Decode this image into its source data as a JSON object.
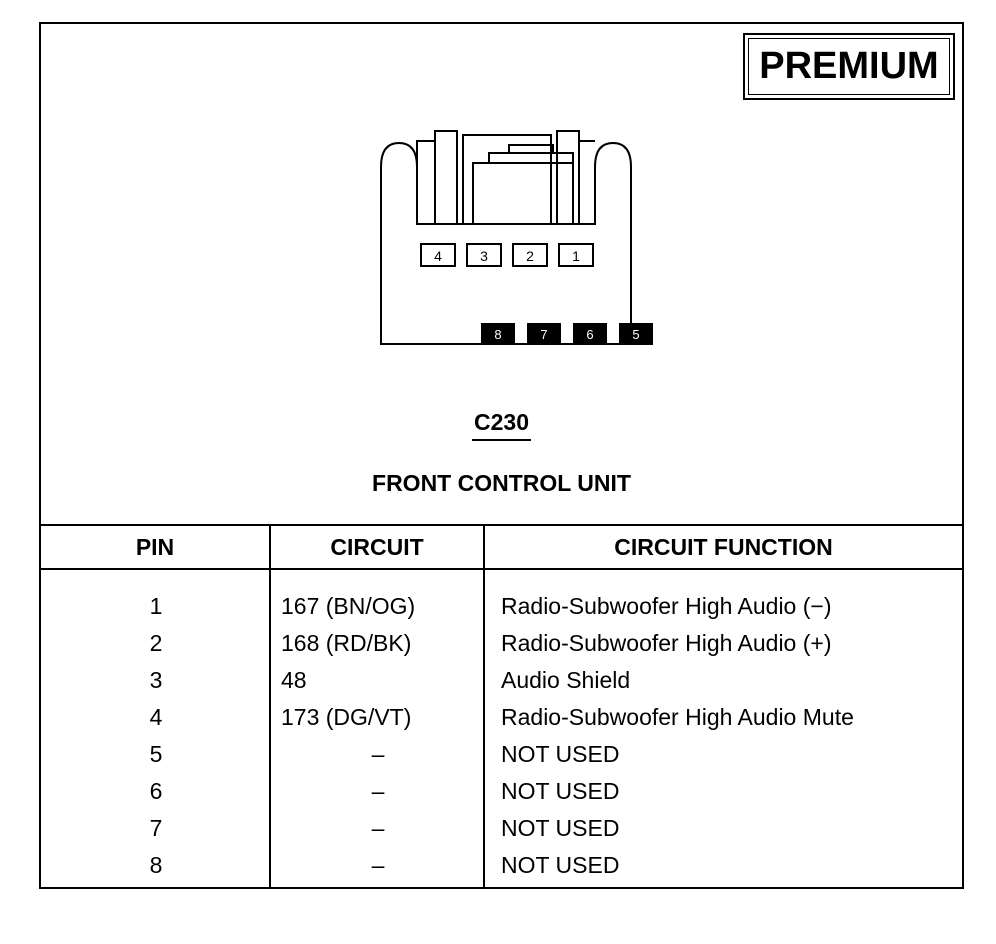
{
  "badge": {
    "label": "PREMIUM"
  },
  "connector": {
    "id": "C230",
    "name": "FRONT CONTROL UNIT",
    "top_row_pins": [
      "4",
      "3",
      "2",
      "1"
    ],
    "bottom_row_pins": [
      "8",
      "7",
      "6",
      "5"
    ]
  },
  "table": {
    "headers": {
      "pin": "PIN",
      "circuit": "CIRCUIT",
      "function": "CIRCUIT FUNCTION"
    },
    "rows": [
      {
        "pin": "1",
        "circuit": "167 (BN/OG)",
        "function": "Radio-Subwoofer High Audio (−)"
      },
      {
        "pin": "2",
        "circuit": "168 (RD/BK)",
        "function": "Radio-Subwoofer High Audio (+)"
      },
      {
        "pin": "3",
        "circuit": "48",
        "function": "Audio Shield"
      },
      {
        "pin": "4",
        "circuit": "173 (DG/VT)",
        "function": "Radio-Subwoofer High Audio Mute"
      },
      {
        "pin": "5",
        "circuit": "–",
        "function": "NOT USED"
      },
      {
        "pin": "6",
        "circuit": "–",
        "function": "NOT USED"
      },
      {
        "pin": "7",
        "circuit": "–",
        "function": "NOT USED"
      },
      {
        "pin": "8",
        "circuit": "–",
        "function": "NOT USED"
      }
    ]
  }
}
